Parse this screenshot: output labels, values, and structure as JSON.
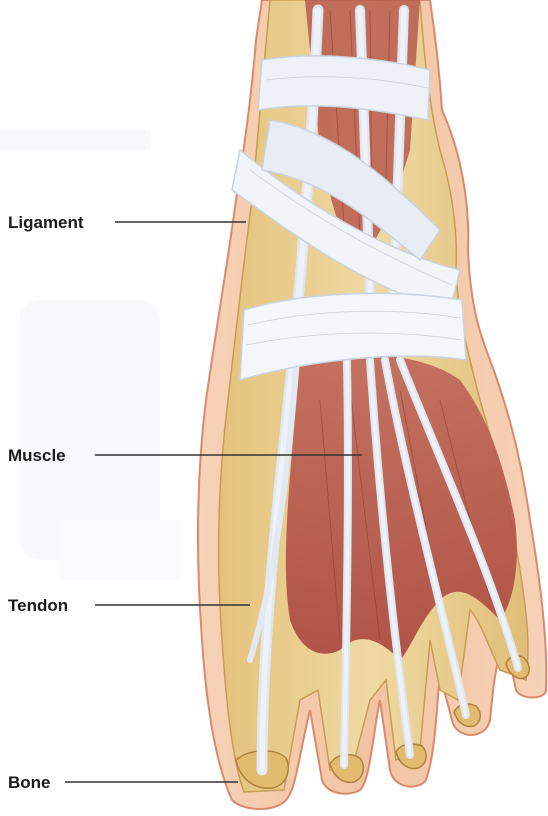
{
  "labels": {
    "ligament": "Ligament",
    "muscle": "Muscle",
    "tendon": "Tendon",
    "bone": "Bone"
  },
  "colors": {
    "background": "#ffffff",
    "skin": "#f2c9ab",
    "skin_outline": "#d98a6c",
    "bone": "#e9cf8f",
    "muscle": "#b9554a",
    "muscle_dark": "#8e3a33",
    "tendon": "#e8eef6",
    "ligament": "#f1f4f9",
    "leader_line": "#333333"
  }
}
